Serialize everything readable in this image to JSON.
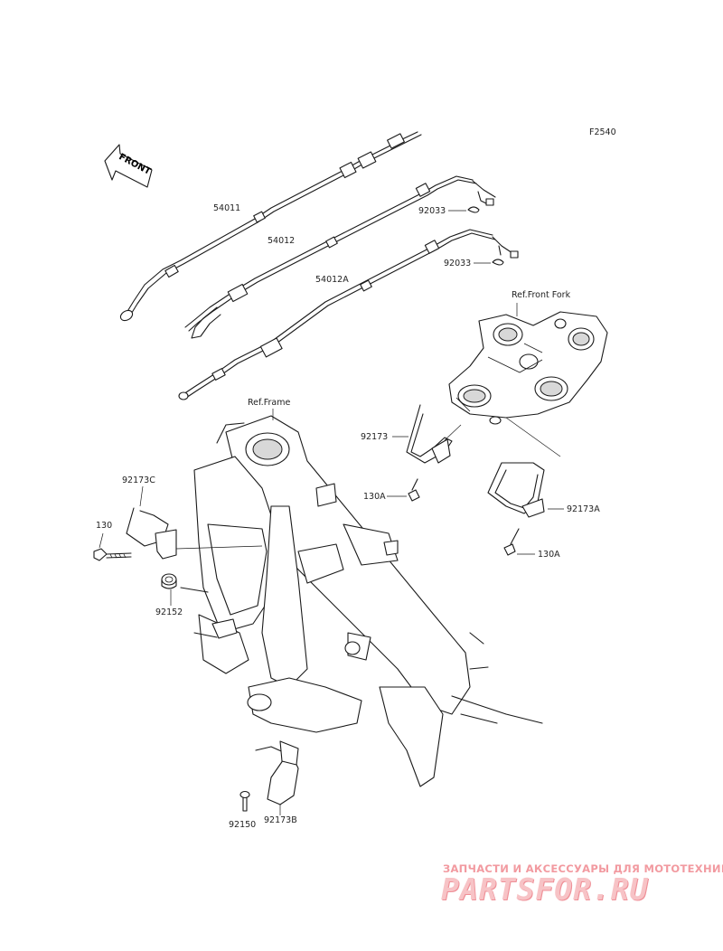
{
  "figure_code": "F2540",
  "front_arrow_label": "FRONT",
  "references": {
    "front_fork": "Ref.Front Fork",
    "frame": "Ref.Frame"
  },
  "parts": {
    "p54011": "54011",
    "p54012": "54012",
    "p54012A": "54012A",
    "p92033_a": "92033",
    "p92033_b": "92033",
    "p92173": "92173",
    "p130A_a": "130A",
    "p92173A": "92173A",
    "p130A_b": "130A",
    "p92173C": "92173C",
    "p130": "130",
    "p92152": "92152",
    "p92150": "92150",
    "p92173B": "92173B"
  },
  "watermark": {
    "tagline": "ЗАПЧАСТИ И АКСЕССУАРЫ ДЛЯ МОТОТЕХНИКИ",
    "logo": "PARTSFOR.RU"
  },
  "colors": {
    "line": "#1a1a1a",
    "watermark": "#f29aa0"
  }
}
